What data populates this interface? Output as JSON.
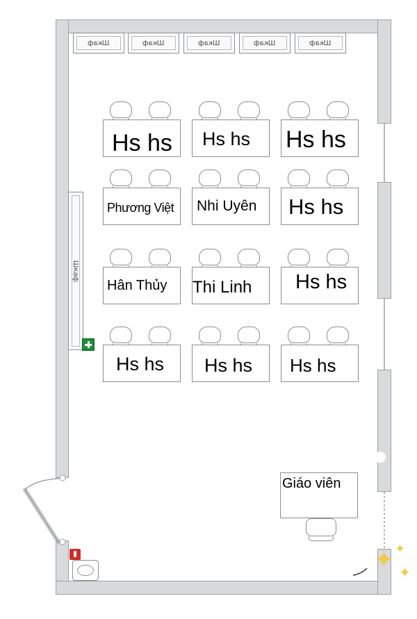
{
  "cabinets": [
    "Шкаф",
    "Шкаф",
    "Шкаф",
    "Шкаф",
    "Шкаф"
  ],
  "side_cabinet": "Шкаф",
  "desks": [
    {
      "name": "Hs hs"
    },
    {
      "name": "Hs hs"
    },
    {
      "name": "Hs hs"
    },
    {
      "name": "Phương Việt"
    },
    {
      "name": "Nhi Uyên"
    },
    {
      "name": "Hs hs"
    },
    {
      "name": "Hân Thủy"
    },
    {
      "name": "Thi Linh"
    },
    {
      "name": "Hs hs"
    },
    {
      "name": "Hs hs"
    },
    {
      "name": "Hs hs"
    },
    {
      "name": "Hs hs"
    }
  ],
  "teacher_desk": {
    "label": "Giáo viên"
  },
  "colors": {
    "wall": "#d9dadb",
    "first_aid": "#1e8c3a",
    "extinguisher": "#d62a2a",
    "sparkle": "#f2c94c"
  },
  "icons": {
    "first_aid": "first-aid-icon",
    "extinguisher": "fire-extinguisher-icon",
    "sparkle": "sparkle-icon"
  }
}
